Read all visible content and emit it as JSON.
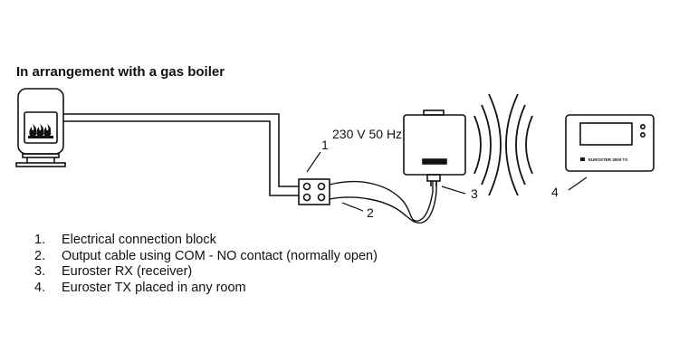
{
  "heading": "In arrangement with a gas boiler",
  "voltage_label": "230 V 50 Hz",
  "callouts": {
    "c1": "1",
    "c2": "2",
    "c3": "3",
    "c4": "4"
  },
  "device_label": "EUROSTER 3000 TX",
  "legend": [
    {
      "num": "1.",
      "text": "Electrical connection block"
    },
    {
      "num": "2.",
      "text": "Output cable using COM - NO contact (normally open)"
    },
    {
      "num": "3.",
      "text": "Euroster RX (receiver)"
    },
    {
      "num": "4.",
      "text": "Euroster TX placed in any room"
    }
  ],
  "colors": {
    "line": "#111111",
    "flame": "#111111",
    "background": "#ffffff"
  }
}
